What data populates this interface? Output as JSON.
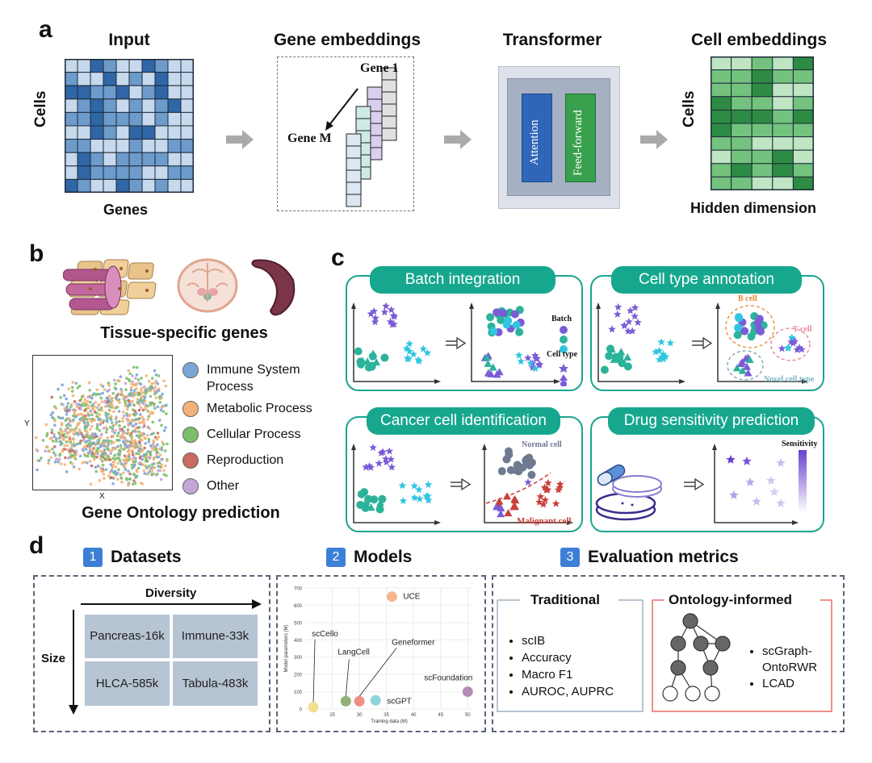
{
  "panel_a": {
    "letter": "a",
    "input": {
      "title": "Input",
      "rows_label": "Cells",
      "cols_label": "Genes"
    },
    "gene_embeddings": {
      "title": "Gene embeddings",
      "gene_first": "Gene 1",
      "gene_last": "Gene M"
    },
    "transformer": {
      "title": "Transformer",
      "attention": "Attention",
      "feed_forward": "Feed-forward"
    },
    "cell_embeddings": {
      "title": "Cell embeddings",
      "rows_label": "Cells",
      "cols_label": "Hidden dimension"
    },
    "colors": {
      "blue_dark": "#2f66a6",
      "blue_mid": "#6d9bcb",
      "blue_light": "#c7d9ec",
      "green_dark": "#2e8b43",
      "green_mid": "#73c27e",
      "green_light": "#bfe5c3",
      "arrow": "#aaaaaa"
    }
  },
  "panel_b": {
    "letter": "b",
    "tissue_caption": "Tissue-specific genes",
    "go_caption": "Gene Ontology prediction",
    "axis_x": "X",
    "axis_y": "Y",
    "legend": [
      {
        "label_line1": "Immune System",
        "label_line2": "Process",
        "color": "#7aa6d6"
      },
      {
        "label_line1": "Metabolic Process",
        "label_line2": "",
        "color": "#f4b177"
      },
      {
        "label_line1": "Cellular Process",
        "label_line2": "",
        "color": "#7cbf6a"
      },
      {
        "label_line1": "Reproduction",
        "label_line2": "",
        "color": "#c96a63"
      },
      {
        "label_line1": "Other",
        "label_line2": "",
        "color": "#c3a6d8"
      }
    ]
  },
  "panel_c": {
    "letter": "c",
    "tasks": {
      "batch": {
        "title": "Batch integration",
        "legend_batch": "Batch",
        "legend_celltype": "Cell type"
      },
      "annotation": {
        "title": "Cell type annotation",
        "b_cell": "B cell",
        "t_cell": "T cell",
        "novel": "Novel cell type"
      },
      "cancer": {
        "title": "Cancer cell identification",
        "normal": "Normal cell",
        "malignant": "Malignant cell"
      },
      "drug": {
        "title": "Drug sensitivity prediction",
        "sensitivity": "Sensitivity"
      }
    },
    "colors": {
      "teal": "#17a78f",
      "purple": "#7b5cd6",
      "teal_dot": "#2bb39a",
      "cyan": "#2fc6e0",
      "gray_dot": "#6e7a90",
      "red": "#c8413a",
      "orange_ring": "#e79a4a",
      "pink_ring": "#e9899e"
    }
  },
  "panel_d": {
    "letter": "d",
    "datasets": {
      "badge": "1",
      "title": "Datasets",
      "diversity": "Diversity",
      "size": "Size",
      "items": [
        "Pancreas-16k",
        "Immune-33k",
        "HLCA-585k",
        "Tabula-483k"
      ]
    },
    "models": {
      "badge": "2",
      "title": "Models",
      "chart_data": {
        "type": "scatter",
        "xlabel": "Training data (M)",
        "ylabel": "Model parameters (M)",
        "xlim": [
          20,
          51
        ],
        "ylim": [
          0,
          700
        ],
        "xticks": [
          25,
          30,
          35,
          40,
          45,
          50
        ],
        "yticks": [
          0,
          100,
          200,
          300,
          400,
          500,
          600,
          700
        ],
        "grid": true,
        "points": [
          {
            "name": "scCello",
            "x": 21.5,
            "y": 10,
            "color": "#f3e08f"
          },
          {
            "name": "LangCell",
            "x": 27.5,
            "y": 45,
            "color": "#8fb37a"
          },
          {
            "name": "Geneformer",
            "x": 30,
            "y": 45,
            "color": "#ee8f86"
          },
          {
            "name": "scGPT",
            "x": 33,
            "y": 50,
            "color": "#8fd3dd"
          },
          {
            "name": "UCE",
            "x": 36,
            "y": 650,
            "color": "#f5b68e"
          },
          {
            "name": "scFoundation",
            "x": 50,
            "y": 100,
            "color": "#b58cb8"
          }
        ]
      }
    },
    "metrics": {
      "badge": "3",
      "title": "Evaluation metrics",
      "traditional": {
        "title": "Traditional",
        "items": [
          "scIB",
          "Accuracy",
          "Macro F1",
          "AUROC, AUPRC"
        ]
      },
      "ontology": {
        "title": "Ontology-informed",
        "items": [
          "scGraph-",
          "OntoRWR",
          "LCAD"
        ]
      }
    }
  }
}
